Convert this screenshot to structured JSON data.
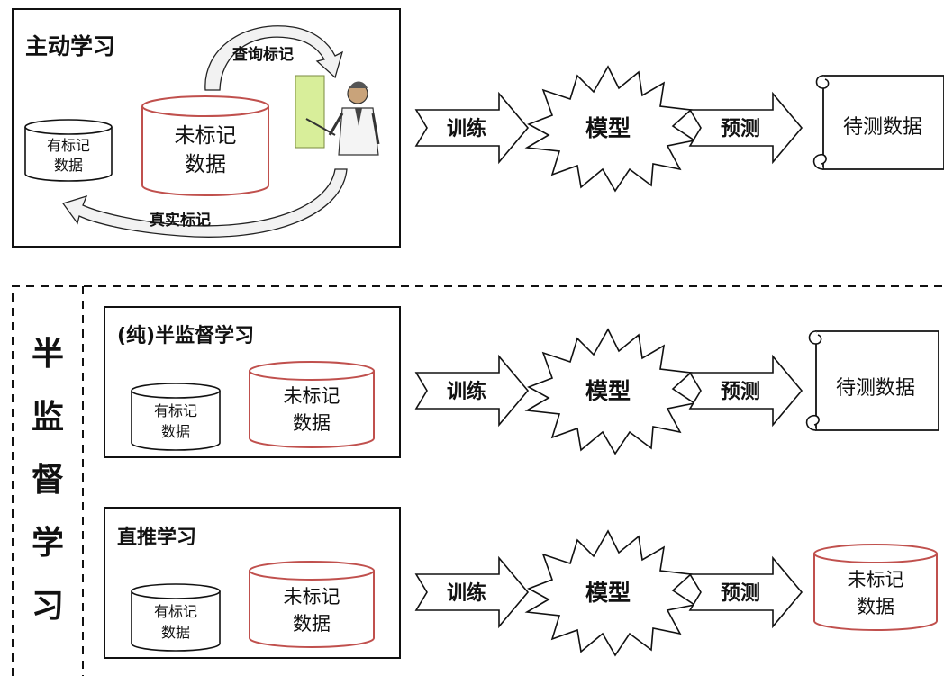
{
  "active_learning": {
    "title": "主动学习",
    "labeled_data": [
      "有标记",
      "数据"
    ],
    "unlabeled_data": [
      "未标记",
      "数据"
    ],
    "query_label": "查询标记",
    "true_label": "真实标记",
    "expert_icon": "teacher-at-whiteboard-icon",
    "train": "训练",
    "model": "模型",
    "predict": "预测",
    "test_data": "待测数据"
  },
  "semi_supervised": {
    "group_label": [
      "半",
      "监",
      "督",
      "学",
      "习"
    ],
    "pure": {
      "title": "(纯)半监督学习",
      "labeled_data": [
        "有标记",
        "数据"
      ],
      "unlabeled_data": [
        "未标记",
        "数据"
      ],
      "train": "训练",
      "model": "模型",
      "predict": "预测",
      "test_data": "待测数据"
    },
    "transductive": {
      "title": "直推学习",
      "labeled_data": [
        "有标记",
        "数据"
      ],
      "unlabeled_data": [
        "未标记",
        "数据"
      ],
      "train": "训练",
      "model": "模型",
      "predict": "预测",
      "output_data": [
        "未标记",
        "数据"
      ]
    }
  },
  "colors": {
    "ink": "#111111",
    "unlabeled_border": "#c0504d",
    "whiteboard": "#d8ee9a",
    "arc": "#f2f2f2"
  }
}
